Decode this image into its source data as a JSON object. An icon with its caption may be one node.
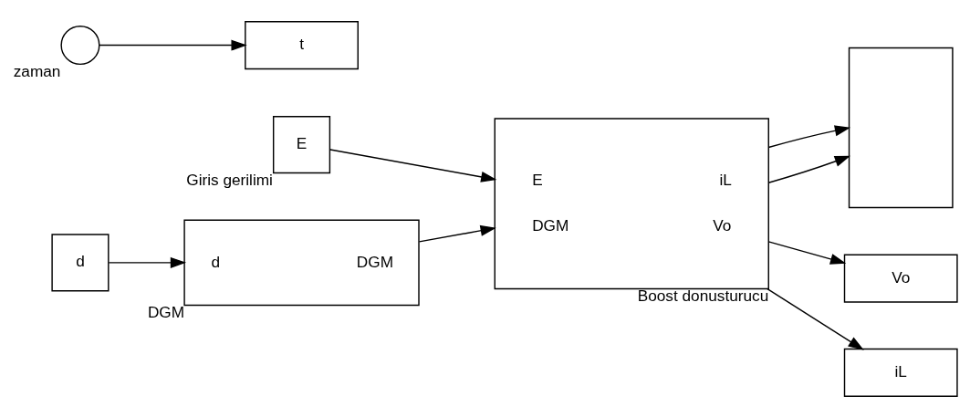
{
  "diagram": {
    "nodes": [
      {
        "text": [
          "E"
        ],
        "beside": [
          "Giris gerilimi"
        ]
      },
      {
        "text": [
          "d"
        ]
      },
      {
        "text": [
          "d",
          "DGM"
        ],
        "beside": [
          "DGM"
        ]
      },
      {
        "text": [
          "E",
          "DGM",
          "iL",
          "Vo"
        ],
        "beside": [
          "Boost donusturucu"
        ]
      },
      {
        "text": [],
        "shape": "box"
      },
      {
        "text": [
          "Vo"
        ]
      },
      {
        "text": [
          "iL"
        ]
      },
      {
        "text": [],
        "shape": "circle",
        "beside": [
          "zaman"
        ]
      },
      {
        "text": [
          "t"
        ]
      }
    ],
    "edges": [
      {
        "from": 0,
        "to": 3,
        "arrow": "to"
      },
      {
        "from": 1,
        "to": 2,
        "arrow": "to"
      },
      {
        "from": 2,
        "to": 3,
        "arrow": "to"
      },
      {
        "from": 3,
        "to": 4,
        "arrow": "to"
      },
      {
        "from": 3,
        "to": 4,
        "arrow": "to"
      },
      {
        "from": 3,
        "to": 5,
        "arrow": "to"
      },
      {
        "from": 3,
        "to": 6,
        "arrow": "to"
      },
      {
        "from": 7,
        "to": 8,
        "arrow": "to"
      }
    ]
  }
}
